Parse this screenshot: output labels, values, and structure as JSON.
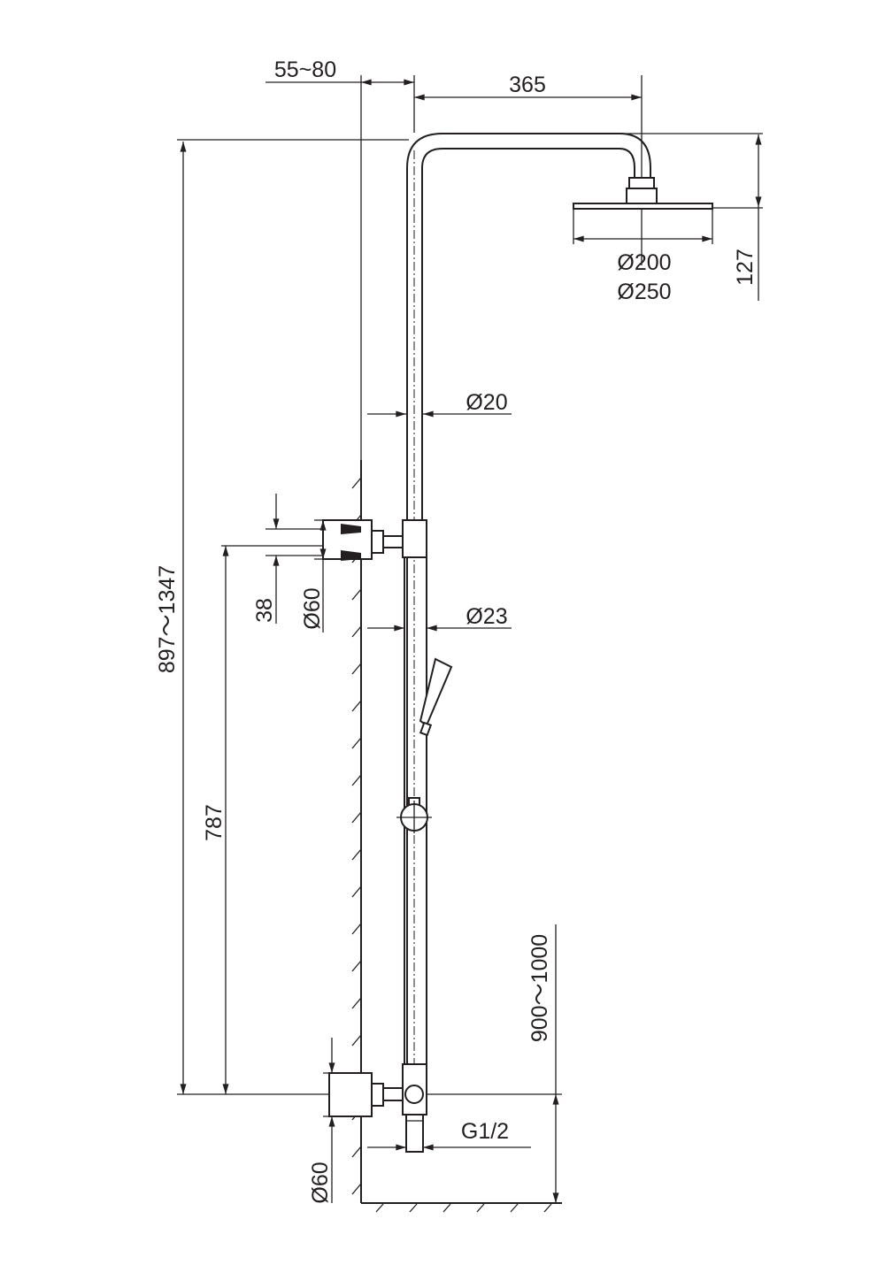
{
  "dimensions": {
    "wall_offset": "55~80",
    "arm_length": "365",
    "total_height": "897～1347",
    "head_drop": "127",
    "head_diameter_small": "Ø200",
    "head_diameter_large": "Ø250",
    "upper_pipe_diameter": "Ø20",
    "lower_pipe_diameter": "Ø23",
    "bracket_spacing": "38",
    "upper_flange_diameter": "Ø60",
    "bracket_height": "787",
    "install_height": "900～1000",
    "inlet_thread": "G1/2",
    "lower_flange_diameter": "Ø60"
  },
  "colors": {
    "line": "#231f20",
    "background": "#ffffff"
  }
}
